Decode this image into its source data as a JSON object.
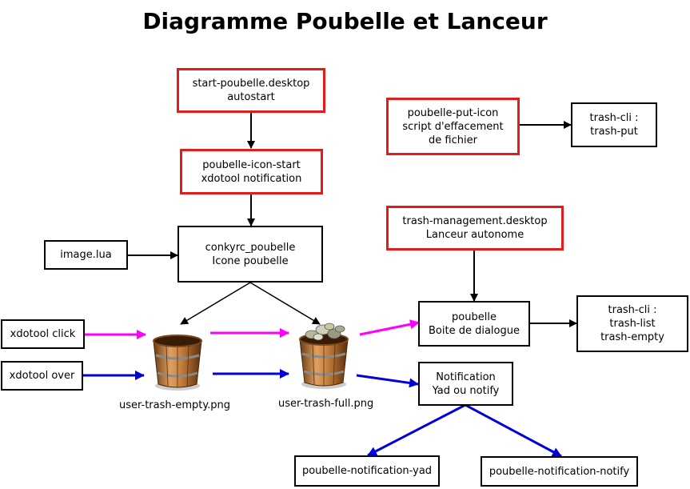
{
  "title": "Diagramme Poubelle et Lanceur",
  "colors": {
    "red_border": "#e31b1b",
    "magenta_arrow": "#ff00ff",
    "blue_arrow": "#0000dd",
    "black": "#000000"
  },
  "boxes": {
    "start_poubelle_desktop": [
      "start-poubelle.desktop",
      "autostart"
    ],
    "poubelle_icon_start": [
      "poubelle-icon-start",
      "xdotool notification"
    ],
    "conkyrc_poubelle": [
      "conkyrc_poubelle",
      "Icone poubelle"
    ],
    "image_lua": [
      "image.lua"
    ],
    "xdotool_click": [
      "xdotool click"
    ],
    "xdotool_over": [
      "xdotool over"
    ],
    "poubelle_put_icon": [
      "poubelle-put-icon",
      "script d'effacement",
      "de fichier"
    ],
    "trash_cli_put": [
      "trash-cli :",
      "trash-put"
    ],
    "trash_management_desktop": [
      "trash-management.desktop",
      "Lanceur autonome"
    ],
    "poubelle_dialog": [
      "poubelle",
      "Boite de dialogue"
    ],
    "trash_cli_list": [
      "trash-cli :",
      "trash-list",
      "trash-empty"
    ],
    "notification": [
      "Notification",
      "Yad ou notify"
    ],
    "notification_yad": [
      "poubelle-notification-yad"
    ],
    "notification_notify": [
      "poubelle-notification-notify"
    ]
  },
  "icons": {
    "empty": {
      "name": "trash-empty-icon",
      "label": "user-trash-empty.png"
    },
    "full": {
      "name": "trash-full-icon",
      "label": "user-trash-full.png"
    }
  }
}
